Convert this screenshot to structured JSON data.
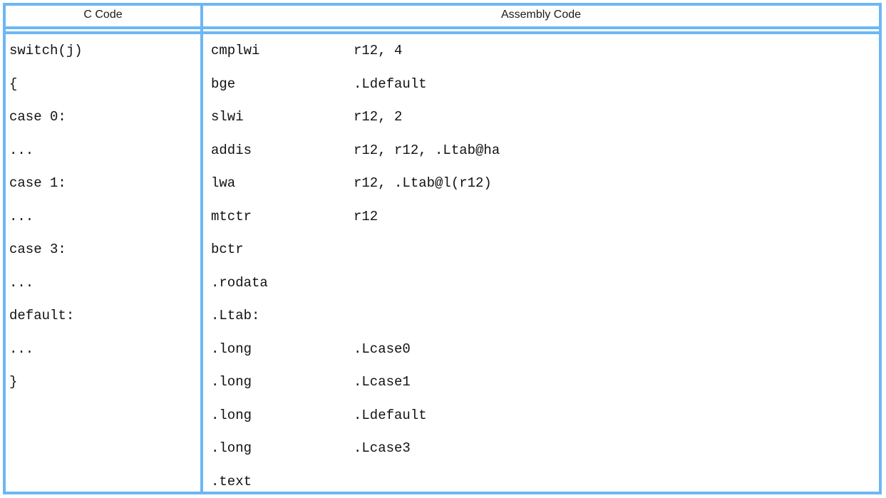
{
  "colors": {
    "rule": "#6cb7f5",
    "text": "#111111",
    "header_text": "#1a1a1a",
    "background": "#ffffff"
  },
  "table": {
    "headers": {
      "c_code": "C Code",
      "assembly_code": "Assembly Code"
    },
    "c_code_lines": [
      "switch(j)",
      "{",
      "case 0:",
      "...",
      "case 1:",
      "...",
      "case 3:",
      "...",
      "default:",
      "...",
      "}"
    ],
    "assembly_lines": [
      {
        "mnemonic": "cmplwi",
        "operand": "r12, 4"
      },
      {
        "mnemonic": "bge",
        "operand": ".Ldefault"
      },
      {
        "mnemonic": "slwi",
        "operand": "r12, 2"
      },
      {
        "mnemonic": "addis",
        "operand": "r12, r12, .Ltab@ha"
      },
      {
        "mnemonic": "lwa",
        "operand": "r12, .Ltab@l(r12)"
      },
      {
        "mnemonic": "mtctr",
        "operand": "r12"
      },
      {
        "mnemonic": "bctr",
        "operand": ""
      },
      {
        "mnemonic": ".rodata",
        "operand": ""
      },
      {
        "mnemonic": ".Ltab:",
        "operand": ""
      },
      {
        "mnemonic": ".long",
        "operand": ".Lcase0"
      },
      {
        "mnemonic": ".long",
        "operand": ".Lcase1"
      },
      {
        "mnemonic": ".long",
        "operand": ".Ldefault"
      },
      {
        "mnemonic": ".long",
        "operand": ".Lcase3"
      },
      {
        "mnemonic": ".text",
        "operand": ""
      }
    ]
  }
}
